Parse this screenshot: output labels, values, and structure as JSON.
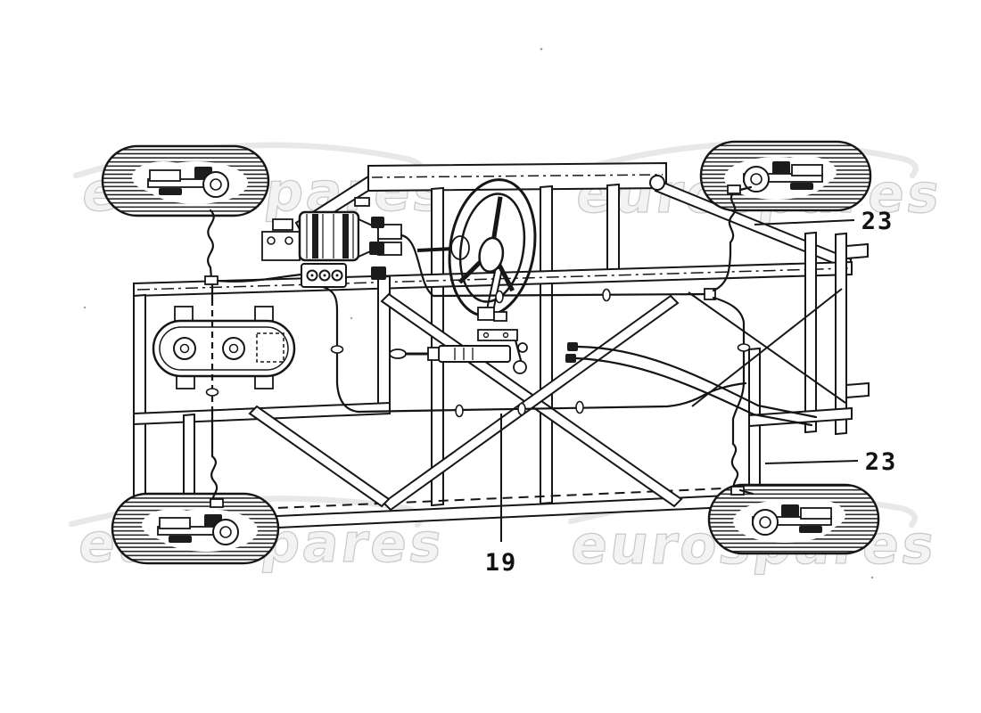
{
  "diagram": {
    "type": "technical-parts-diagram",
    "subject": "car chassis underbody with brake hydraulic system, wheels and steering",
    "callouts": {
      "front_right": {
        "label": "23"
      },
      "rear_right": {
        "label": "23"
      },
      "center_line": {
        "label": "19"
      }
    },
    "watermark": {
      "text": "eurospares",
      "fill": "#f3f3f3",
      "stroke": "#c9c9c9"
    },
    "colors": {
      "ink": "#161616",
      "background": "#ffffff",
      "swoosh": "#e8e8e8"
    }
  }
}
